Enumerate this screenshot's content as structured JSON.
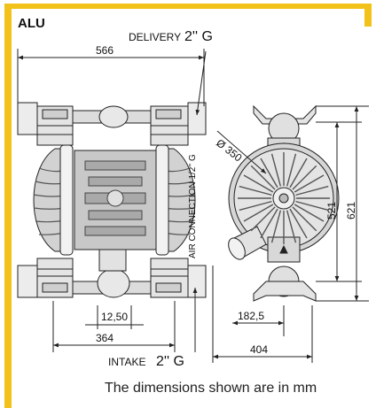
{
  "title": "ALU",
  "labels": {
    "delivery_text": "DELIVERY",
    "delivery_size": "2'' G",
    "intake_text": "INTAKE",
    "intake_size": "2'' G",
    "air_connection": "AIR CONNECTION 1/2'' G",
    "diameter": "Ø  350"
  },
  "dimensions": {
    "overall_width": "566",
    "inlet_offset": "12,50",
    "half_width": "364",
    "side_half": "182,5",
    "side_width": "404",
    "height_inner": "521",
    "height_total": "621"
  },
  "footer_note": "The dimensions shown are in mm",
  "colors": {
    "frame": "#f2c21b",
    "body": "#dcdcdc",
    "body_dark": "#8c8c8c",
    "line": "#222222"
  }
}
